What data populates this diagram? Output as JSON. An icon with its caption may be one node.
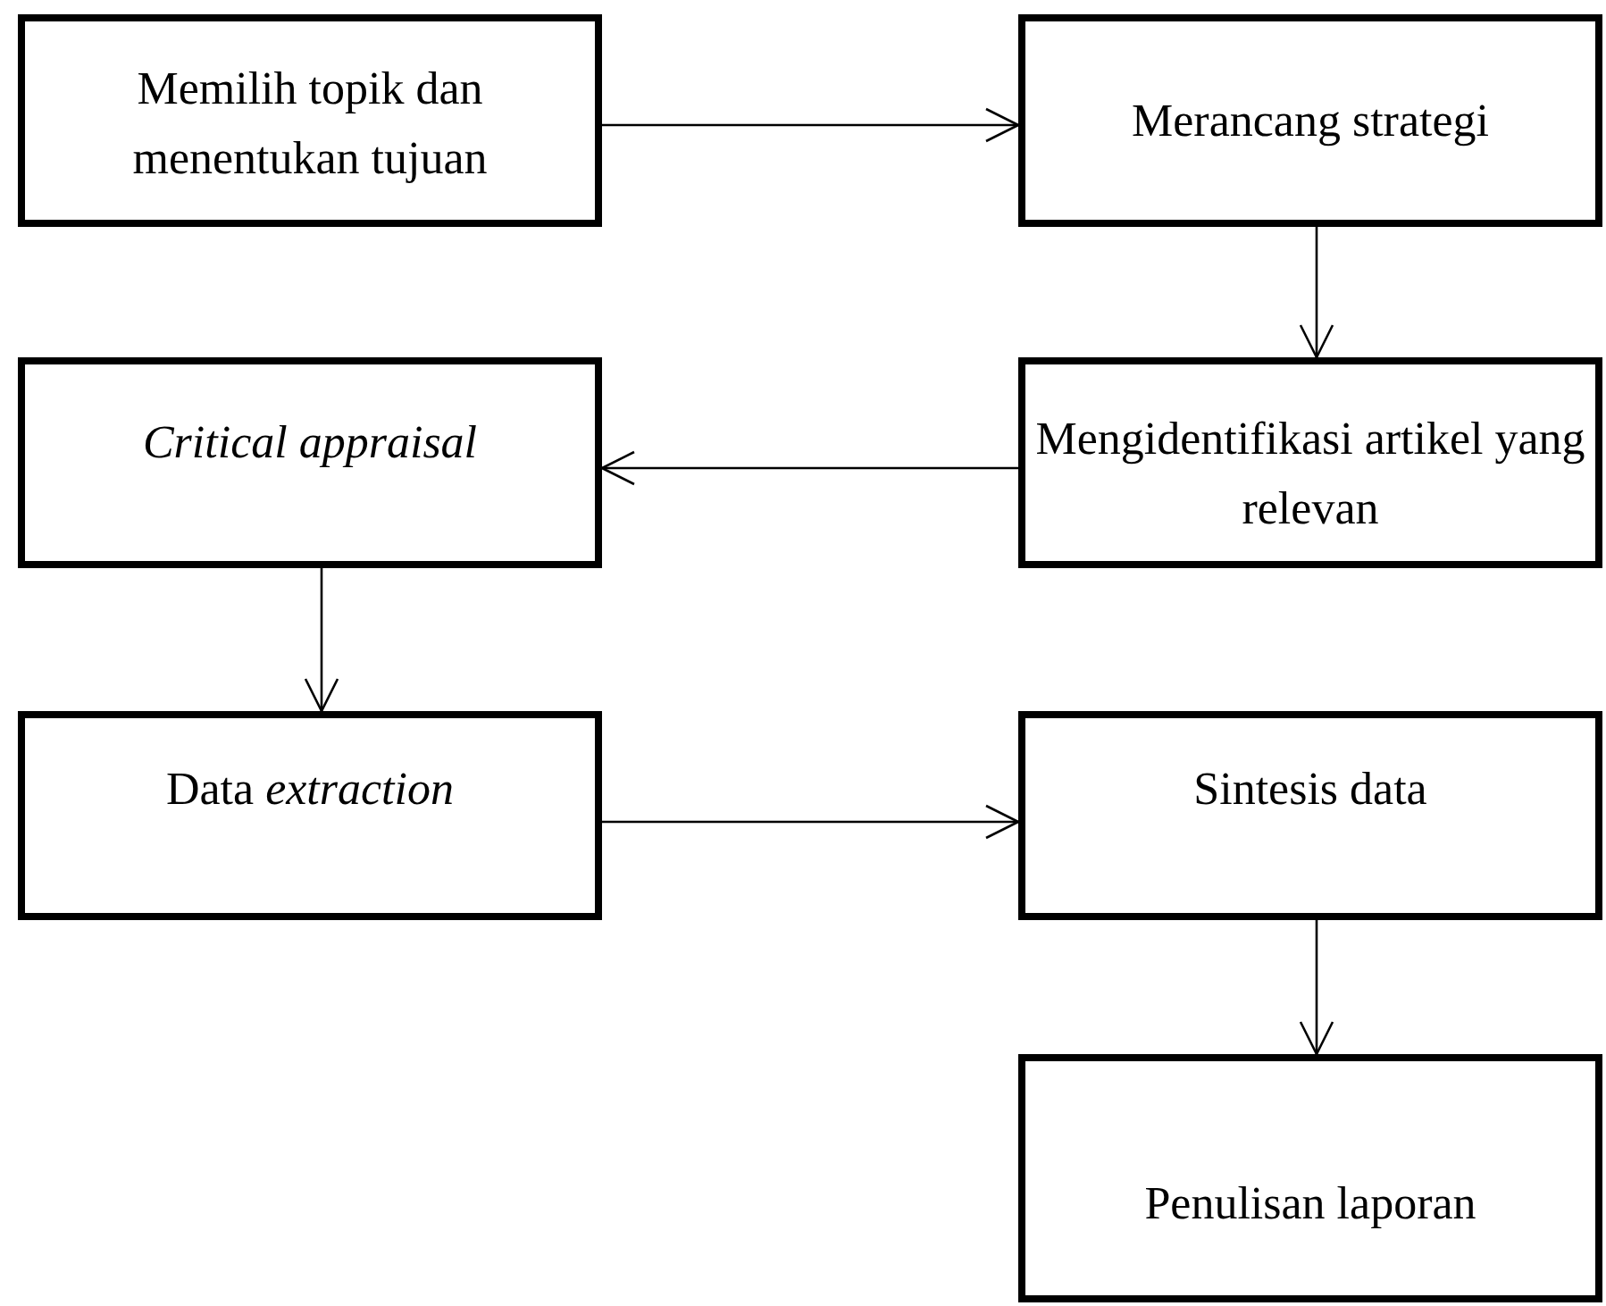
{
  "diagram": {
    "nodes": [
      {
        "text": [
          "Memilih topik dan menentukan tujuan"
        ]
      },
      {
        "text": [
          "Merancang strategi"
        ]
      },
      {
        "text": [
          "Mengidentifikasi artikel yang relevan"
        ]
      },
      {
        "text": [
          "Critical appraisal"
        ]
      },
      {
        "text": [
          "Data *extraction*"
        ]
      },
      {
        "text": [
          "Sintesis data"
        ]
      },
      {
        "text": [
          "Penulisan laporan"
        ]
      }
    ],
    "edges": [
      {
        "from": 0,
        "to": 1,
        "arrow": "to"
      },
      {
        "from": 1,
        "to": 2,
        "arrow": "to"
      },
      {
        "from": 2,
        "to": 3,
        "arrow": "to"
      },
      {
        "from": 3,
        "to": 4,
        "arrow": "to"
      },
      {
        "from": 4,
        "to": 5,
        "arrow": "to"
      },
      {
        "from": 5,
        "to": 6,
        "arrow": "to"
      }
    ]
  }
}
